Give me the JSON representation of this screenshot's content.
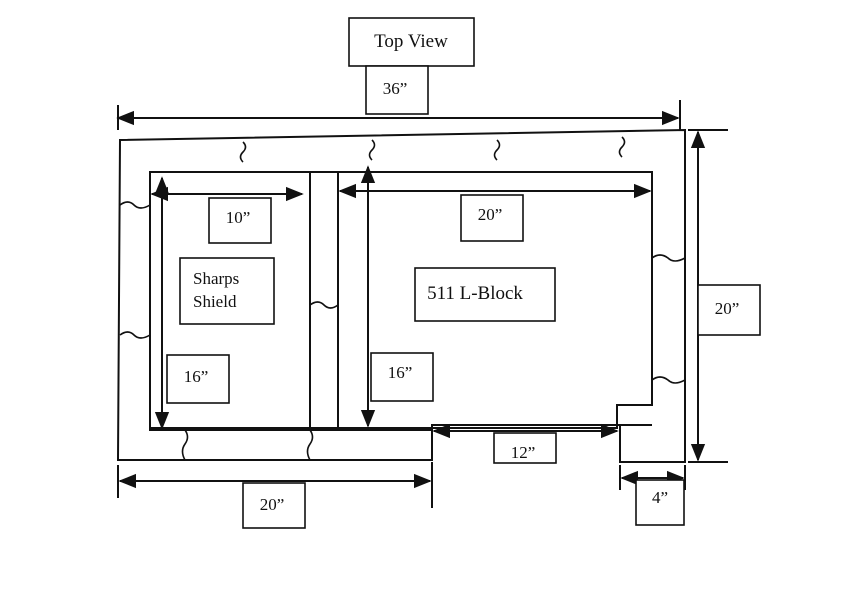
{
  "diagram": {
    "title": "Top View",
    "labels": {
      "sharps_line1": "Sharps",
      "sharps_line2": "Shield",
      "lblock": "511 L-Block"
    },
    "dimensions": {
      "overall_width": "36”",
      "overall_depth": "20”",
      "shield_width": "10”",
      "shield_depth": "16”",
      "lblock_width": "20”",
      "lblock_depth": "16”",
      "notch_width": "12”",
      "leg_width": "4”",
      "bottom_width": "20”"
    },
    "colors": {
      "ink": "#111111",
      "paper": "#ffffff"
    }
  }
}
